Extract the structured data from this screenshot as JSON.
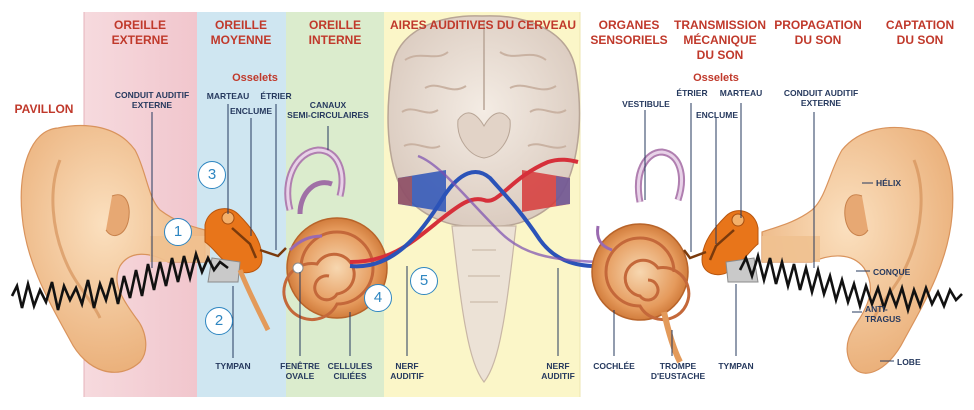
{
  "zones": {
    "pavillon": "PAVILLON",
    "oreille_externe": "OREILLE\nEXTERNE",
    "oreille_moyenne": "OREILLE\nMOYENNE",
    "oreille_interne": "OREILLE\nINTERNE",
    "aires_auditives": "AIRES AUDITIVES DU CERVEAU",
    "organes_sensoriels": "ORGANES\nSENSORIELS",
    "transmission": "TRANSMISSION\nMÉCANIQUE\nDU SON",
    "propagation": "PROPAGATION\nDU SON",
    "captation": "CAPTATION\nDU SON"
  },
  "left_labels": {
    "conduit": "CONDUIT AUDITIF\nEXTERNE",
    "osselets": "Osselets",
    "marteau": "MARTEAU",
    "etrier": "ÉTRIER",
    "enclume": "ENCLUME",
    "canaux": "CANAUX\nSEMI-CIRCULAIRES",
    "tympan": "TYMPAN",
    "fenetre": "FENÊTRE\nOVALE",
    "cellules": "CELLULES\nCILIÉES",
    "nerf": "NERF\nAUDITIF"
  },
  "right_labels": {
    "nerf": "NERF\nAUDITIF",
    "vestibule": "VESTIBULE",
    "osselets": "Osselets",
    "etrier": "ÉTRIER",
    "marteau": "MARTEAU",
    "enclume": "ENCLUME",
    "conduit": "CONDUIT AUDITIF\nEXTERNE",
    "helix": "HÉLIX",
    "conque": "CONQUE",
    "antitragus": "ANTI-\nTRAGUS",
    "lobe": "LOBE",
    "tympan": "TYMPAN",
    "cochlee": "COCHLÉE",
    "trompe": "TROMPE\nD'EUSTACHE"
  },
  "steps": [
    "1",
    "2",
    "3",
    "4",
    "5"
  ],
  "colors": {
    "zone_externe": "#f4cdd3",
    "zone_moyenne": "#cfe6f1",
    "zone_interne": "#dbeccd",
    "zone_cerveau": "#fbf6c8",
    "accent_red": "#c0392b",
    "label_navy": "#26395e",
    "step_blue": "#2e86c1",
    "ear_skin": "#f2c79a",
    "ossicle_orange": "#e8751a",
    "wave": "#111111"
  }
}
